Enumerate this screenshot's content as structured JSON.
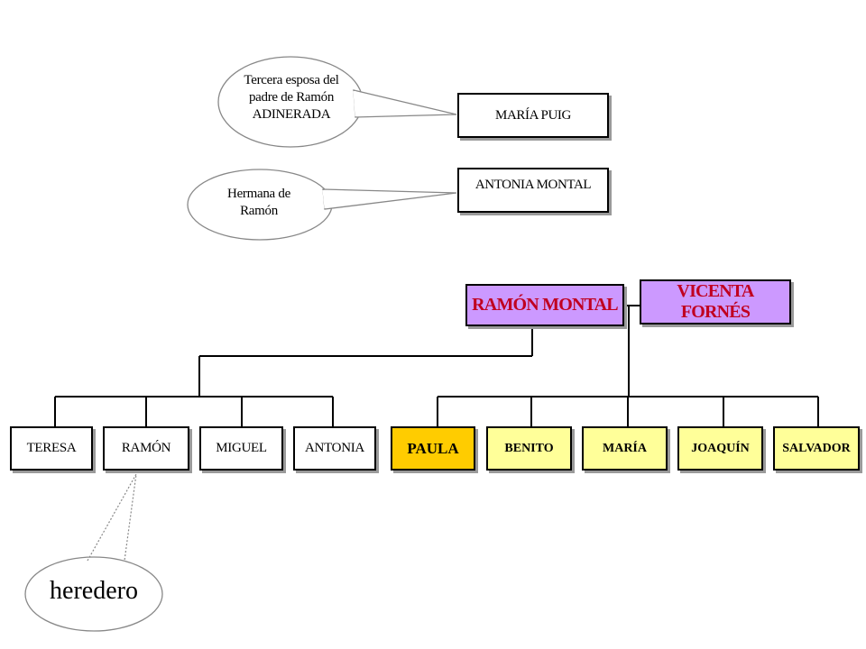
{
  "notes": {
    "maria_puig_note": [
      "Tercera esposa del",
      "padre de  Ramón",
      "ADINERADA"
    ],
    "antonia_note": [
      "Hermana de",
      "Ramón"
    ],
    "ramon_note": "heredero"
  },
  "top_boxes": {
    "maria_puig": "MARÍA PUIG",
    "antonia_montal": "ANTONIA MONTAL"
  },
  "parents": {
    "ramon_montal": "RAMÓN MONTAL",
    "vicenta_fornes": "VICENTA FORNÉS"
  },
  "first_marriage_children": [
    "TERESA",
    "RAMÓN",
    "MIGUEL",
    "ANTONIA"
  ],
  "second_marriage_children": [
    "PAULA",
    "BENITO",
    "MARÍA",
    "JOAQUÍN",
    "SALVADOR"
  ],
  "colors": {
    "parent_fill": "#cc99ff",
    "parent_text": "#c00020",
    "child_fill": "#ffff99",
    "highlight_fill": "#ffcc00",
    "bubble_fill": "#ffffff"
  }
}
